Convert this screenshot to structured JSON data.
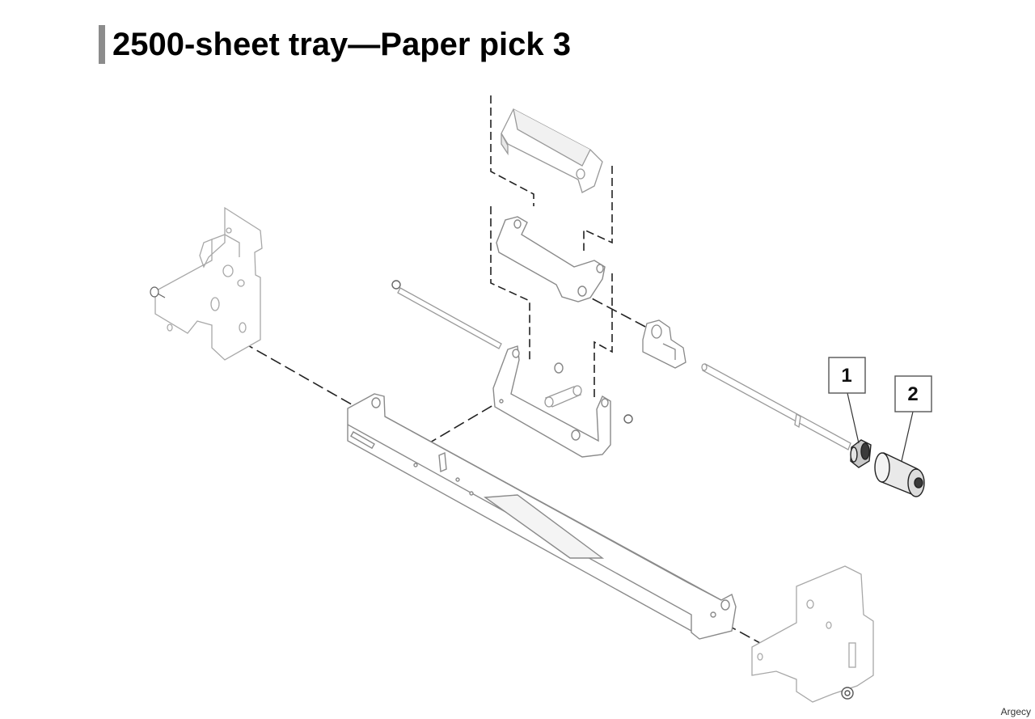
{
  "title": "2500-sheet tray—Paper pick 3",
  "callouts": [
    "1",
    "2"
  ],
  "watermark": "Argecy",
  "colors": {
    "title_bar": "#8c8c8c",
    "part_fill": "#ffffff",
    "part_stroke": "#a8a8a8",
    "leader": "#222222",
    "dark_part": "#3a3a3a"
  }
}
